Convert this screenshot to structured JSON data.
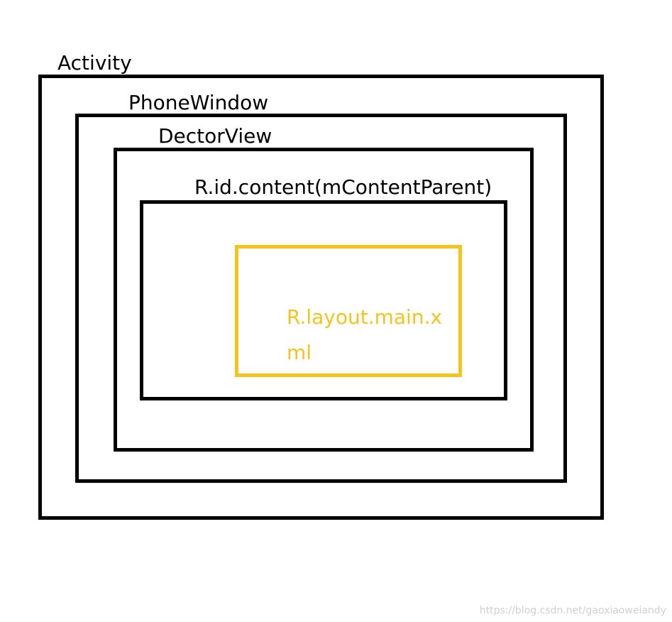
{
  "diagram": {
    "layers": {
      "activity": "Activity",
      "phone_window": "PhoneWindow",
      "decor_view": "DectorView",
      "content": "R.id.content(mContentParent)",
      "layout": "R.layout.main.xml"
    },
    "colors": {
      "outline": "#000000",
      "layout_accent": "#f6c21c"
    }
  },
  "watermark": "https://blog.csdn.net/gaoxiaoweiandy"
}
